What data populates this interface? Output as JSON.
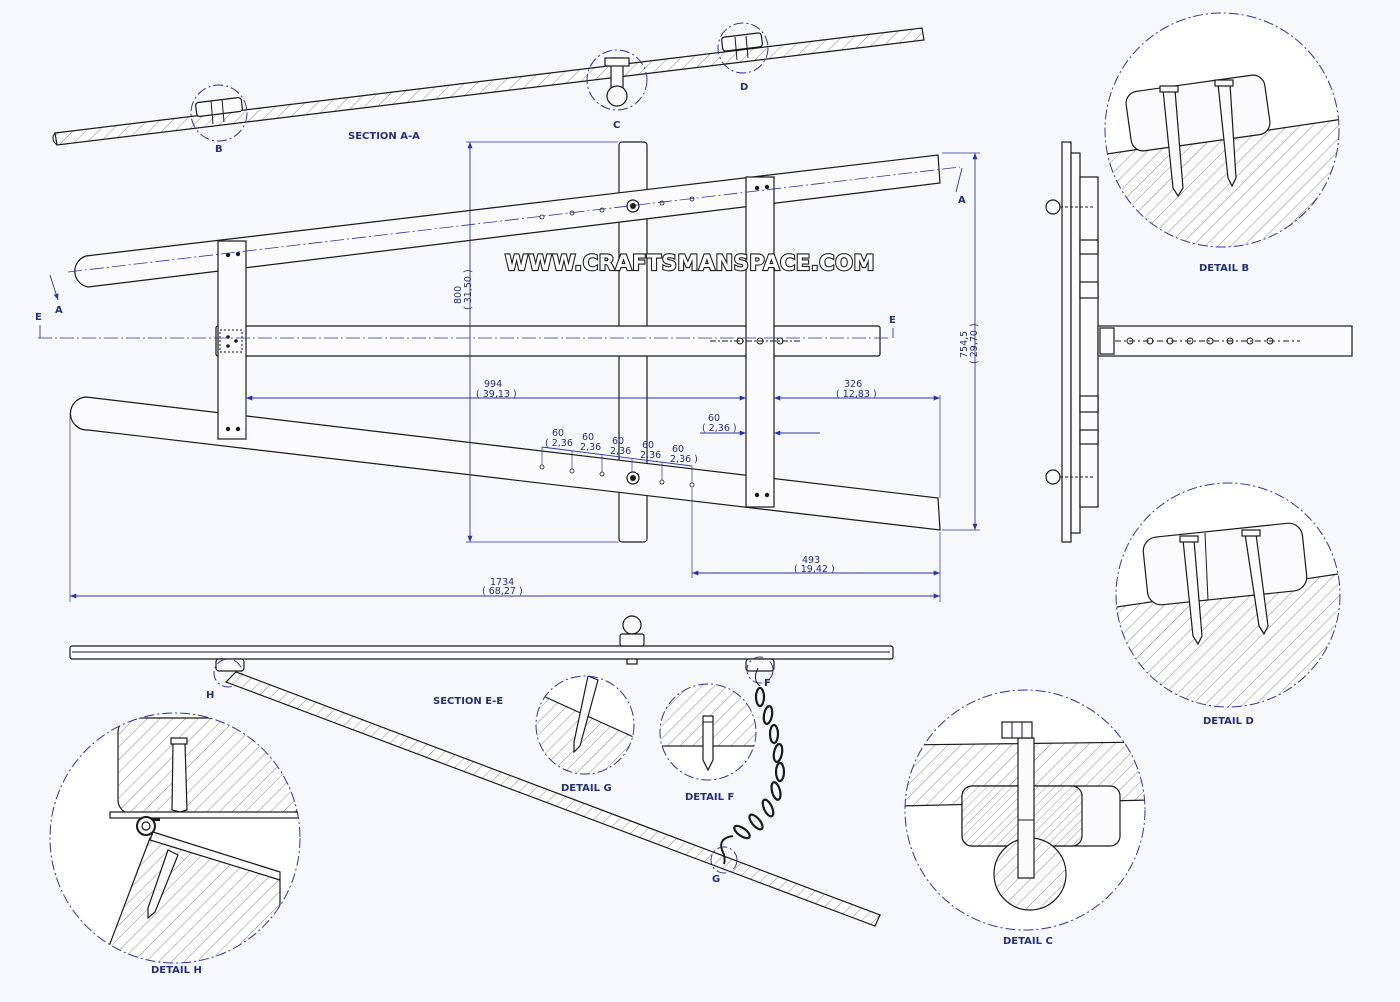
{
  "watermark": "WWW.CRAFTSMANSPACE.COM",
  "views": {
    "section_aa": "SECTION A-A",
    "section_ee": "SECTION E-E"
  },
  "details": {
    "b": "DETAIL B",
    "c": "DETAIL C",
    "d": "DETAIL D",
    "f": "DETAIL F",
    "g": "DETAIL G",
    "h": "DETAIL H"
  },
  "callouts": {
    "a_left": "A",
    "a_right": "A",
    "e_left": "E",
    "e_right": "E",
    "b": "B",
    "c": "C",
    "d": "D",
    "f": "F",
    "g": "G",
    "h": "H"
  },
  "dimensions": {
    "overall_length": {
      "mm": "1734",
      "in": "( 68,27 )"
    },
    "height_800": {
      "mm": "800",
      "in": "( 31,50 )"
    },
    "height_754": {
      "mm": "754,5",
      "in": "( 29,70 )"
    },
    "d994": {
      "mm": "994",
      "in": "( 39,13 )"
    },
    "d326": {
      "mm": "326",
      "in": "( 12,83 )"
    },
    "d493": {
      "mm": "493",
      "in": "( 19,42 )"
    },
    "d60_right": {
      "mm": "60",
      "in": "( 2,36 )"
    },
    "spacing": [
      {
        "mm": "60",
        "in": "( 2,36"
      },
      {
        "mm": "60",
        "in": "2,36"
      },
      {
        "mm": "60",
        "in": "2,36"
      },
      {
        "mm": "60",
        "in": "2,36"
      },
      {
        "mm": "60",
        "in": "2,36 )"
      }
    ]
  },
  "colors": {
    "dimension": "#2b34a8",
    "outline": "#1a1a1a",
    "background": "#f7f8fb"
  }
}
